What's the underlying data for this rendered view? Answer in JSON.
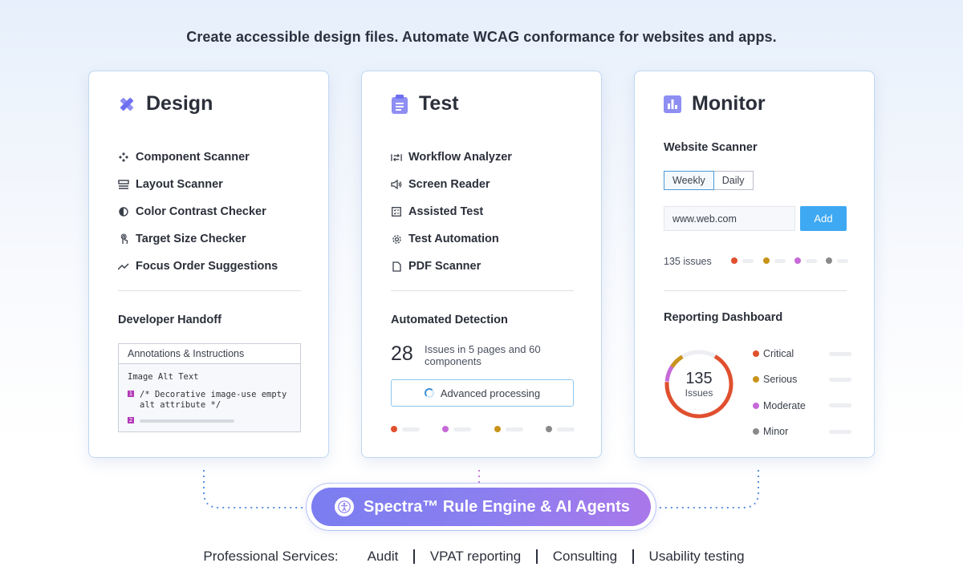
{
  "headline": "Create accessible design files. Automate WCAG conformance for websites and apps.",
  "design": {
    "title": "Design",
    "icon": "pencil-ruler-icon",
    "features": [
      {
        "icon": "component-icon",
        "label": "Component Scanner"
      },
      {
        "icon": "layout-icon",
        "label": "Layout Scanner"
      },
      {
        "icon": "contrast-icon",
        "label": "Color Contrast Checker"
      },
      {
        "icon": "touch-icon",
        "label": "Target Size Checker"
      },
      {
        "icon": "trend-icon",
        "label": "Focus Order Suggestions"
      }
    ],
    "section_title": "Developer Handoff",
    "annotation": {
      "header": "Annotations & Instructions",
      "alt_label": "Image Alt Text",
      "marker1": "1",
      "code_line1": "/* Decorative image-use empty",
      "code_line2": "alt attribute */",
      "marker2": "2"
    }
  },
  "test": {
    "title": "Test",
    "icon": "clipboard-icon",
    "features": [
      {
        "icon": "workflow-icon",
        "label": "Workflow Analyzer"
      },
      {
        "icon": "speaker-icon",
        "label": "Screen Reader"
      },
      {
        "icon": "checklist-icon",
        "label": "Assisted Test"
      },
      {
        "icon": "gear-icon",
        "label": "Test Automation"
      },
      {
        "icon": "document-icon",
        "label": "PDF Scanner"
      }
    ],
    "section_title": "Automated Detection",
    "count": "28",
    "count_text": "Issues in 5 pages and 60 components",
    "advanced_label": "Advanced processing"
  },
  "monitor": {
    "title": "Monitor",
    "icon": "bar-chart-icon",
    "scanner_title": "Website Scanner",
    "toggle": [
      "Weekly",
      "Daily"
    ],
    "url_value": "www.web.com",
    "add_label": "Add",
    "issues_text": "135 issues",
    "dashboard_title": "Reporting Dashboard",
    "total": "135",
    "total_label": "Issues",
    "legend": [
      {
        "label": "Critical",
        "color": "#e0502e"
      },
      {
        "label": "Serious",
        "color": "#c9931a"
      },
      {
        "label": "Moderate",
        "color": "#c66ad8"
      },
      {
        "label": "Minor",
        "color": "#8a8a8a"
      }
    ]
  },
  "colors": {
    "critical": "#e0502e",
    "serious": "#c9931a",
    "moderate": "#c66ad8",
    "minor": "#8a8a8a",
    "accent": "#3ea8f2",
    "engine_start": "#7b7df0",
    "engine_end": "#a978ea"
  },
  "engine": {
    "label": "Spectra™ Rule Engine & AI Agents",
    "icon": "accessibility-icon"
  },
  "services": {
    "lead": "Professional Services:",
    "items": [
      "Audit",
      "VPAT reporting",
      "Consulting",
      "Usability testing"
    ]
  }
}
